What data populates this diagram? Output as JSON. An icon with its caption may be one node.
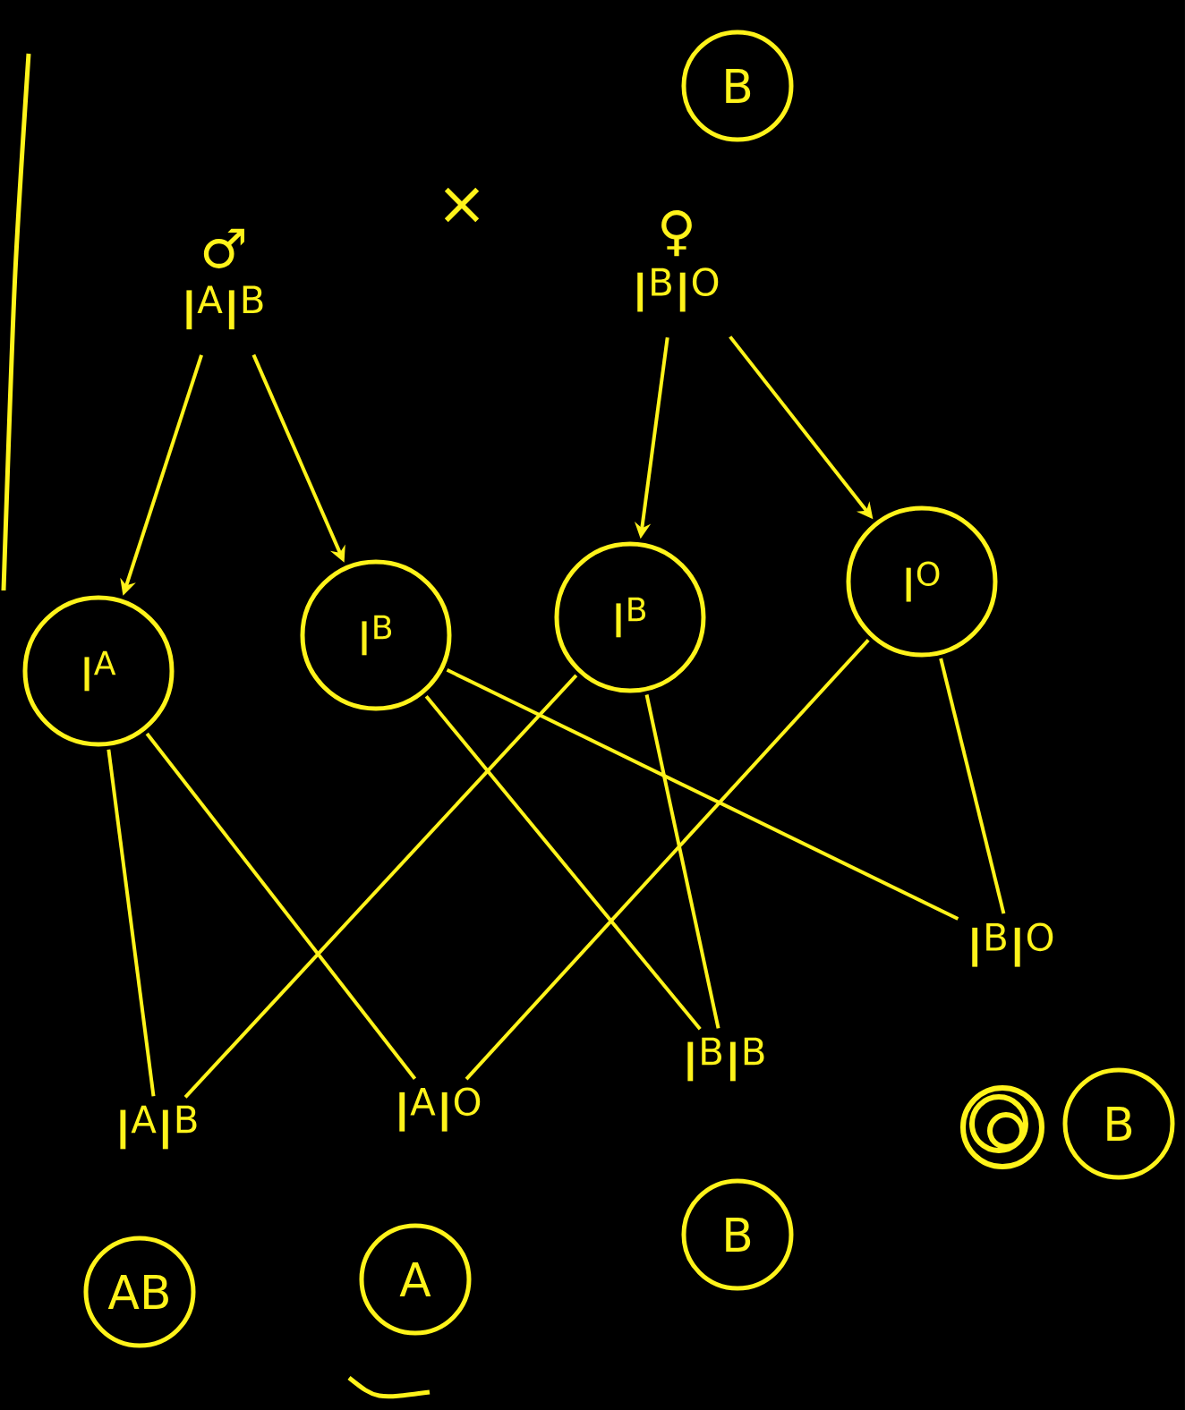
{
  "diagram": {
    "nodes": [
      {
        "text": [
          "♂",
          "I$^{A}$I$^{B}$"
        ]
      },
      {
        "text": [
          "♀",
          "I$^{B}$I$^{O}$"
        ]
      },
      {
        "text": [
          "B"
        ]
      },
      {
        "text": [
          "I$^{A}$"
        ]
      },
      {
        "text": [
          "I$^{B}$"
        ]
      },
      {
        "text": [
          "I$^{B}$"
        ]
      },
      {
        "text": [
          "I$^{O}$"
        ]
      },
      {
        "text": [
          "I$^{A}$I$^{B}$"
        ]
      },
      {
        "text": [
          "I$^{A}$I$^{O}$"
        ]
      },
      {
        "text": [
          "I$^{B}$I$^{B}$"
        ]
      },
      {
        "text": [
          "I$^{B}$I$^{O}$"
        ]
      },
      {
        "text": [
          "AB"
        ]
      },
      {
        "text": [
          "A"
        ]
      },
      {
        "text": [
          "B"
        ]
      },
      {
        "text": [
          "B"
        ]
      }
    ],
    "edges": [
      {
        "from": 0,
        "to": 3,
        "arrow": "to"
      },
      {
        "from": 0,
        "to": 4,
        "arrow": "to"
      },
      {
        "from": 1,
        "to": 5,
        "arrow": "to"
      },
      {
        "from": 1,
        "to": 6,
        "arrow": "to"
      },
      {
        "from": 3,
        "to": 7,
        "arrow": "none"
      },
      {
        "from": 3,
        "to": 8,
        "arrow": "none"
      },
      {
        "from": 4,
        "to": 9,
        "arrow": "none"
      },
      {
        "from": 4,
        "to": 10,
        "arrow": "none"
      },
      {
        "from": 5,
        "to": 7,
        "arrow": "none"
      },
      {
        "from": 5,
        "to": 9,
        "arrow": "none"
      },
      {
        "from": 6,
        "to": 8,
        "arrow": "none"
      },
      {
        "from": 6,
        "to": 10,
        "arrow": "none"
      }
    ],
    "labels": [
      "×"
    ]
  }
}
